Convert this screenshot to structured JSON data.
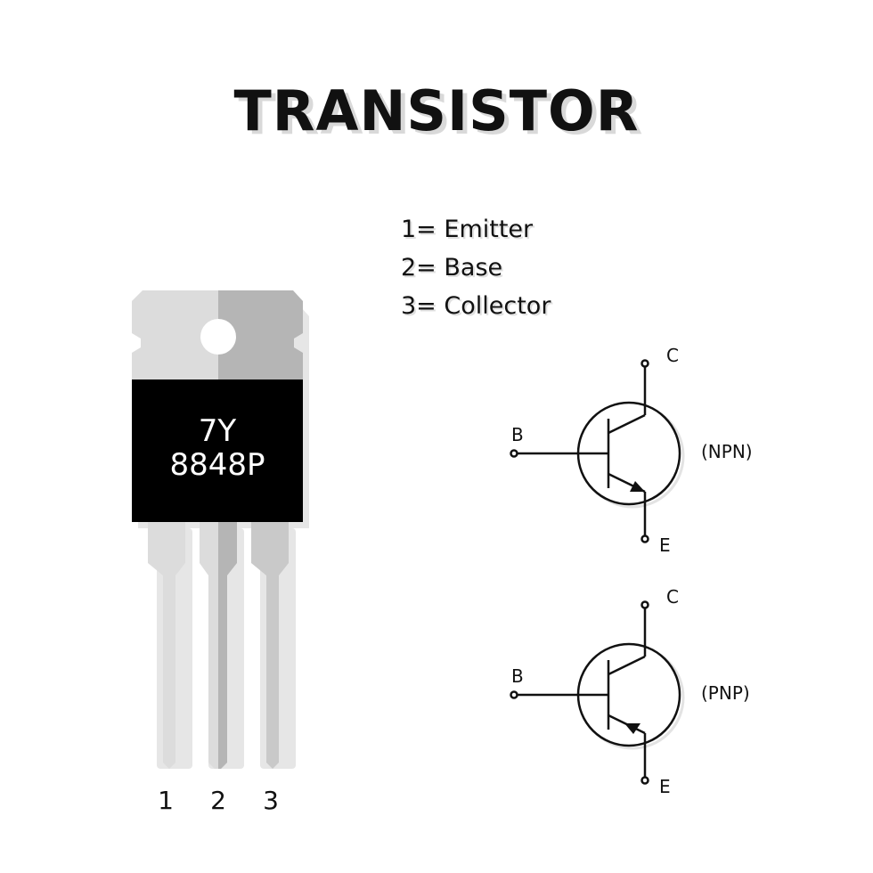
{
  "title": "TRANSISTOR",
  "legend": [
    {
      "text": "1= Emitter"
    },
    {
      "text": "2= Base"
    },
    {
      "text": "3= Collector"
    }
  ],
  "package": {
    "marking_line1": "7Y",
    "marking_line2": "8848P",
    "pin_labels": [
      "1",
      "2",
      "3"
    ],
    "colors": {
      "tab_light": "#dcdcdc",
      "tab_dark": "#b5b5b5",
      "body": "#000000",
      "marking_text": "#ffffff",
      "shadow": "#e6e6e6"
    }
  },
  "symbols": {
    "npn": {
      "type_label": "(NPN)",
      "collector_label": "C",
      "base_label": "B",
      "emitter_label": "E"
    },
    "pnp": {
      "type_label": "(PNP)",
      "collector_label": "C",
      "base_label": "B",
      "emitter_label": "E"
    },
    "stroke_color": "#111111"
  }
}
